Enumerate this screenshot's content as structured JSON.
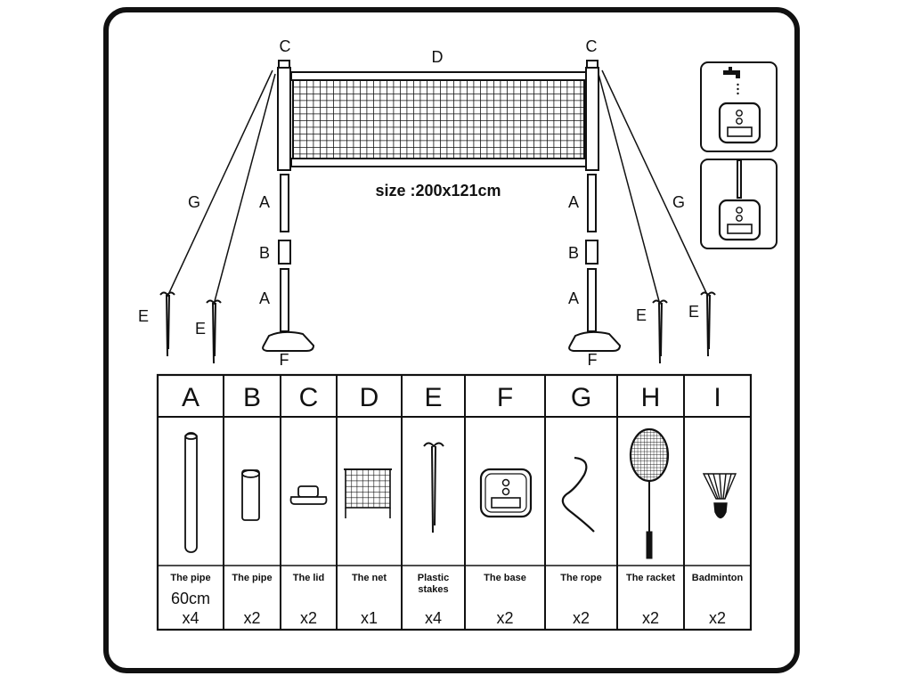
{
  "labels": {
    "C_left": "C",
    "C_right": "C",
    "D": "D",
    "G_left": "G",
    "G_right": "G",
    "A_l1": "A",
    "B_l": "B",
    "A_l2": "A",
    "A_r1": "A",
    "B_r": "B",
    "A_r2": "A",
    "E_l1": "E",
    "E_l2": "E",
    "E_r1": "E",
    "E_r2": "E",
    "F_left": "F",
    "F_right": "F"
  },
  "size_text": "size :200x121cm",
  "parts": [
    {
      "letter": "A",
      "name": [
        "The pipe"
      ],
      "extra": "60cm",
      "qty": "x4",
      "icon": "long-pipe-icon"
    },
    {
      "letter": "B",
      "name": [
        "The pipe"
      ],
      "extra": "",
      "qty": "x2",
      "icon": "short-pipe-icon"
    },
    {
      "letter": "C",
      "name": [
        "The lid"
      ],
      "extra": "",
      "qty": "x2",
      "icon": "lid-icon"
    },
    {
      "letter": "D",
      "name": [
        "The net"
      ],
      "extra": "",
      "qty": "x1",
      "icon": "net-icon"
    },
    {
      "letter": "E",
      "name": [
        "Plastic",
        "stakes"
      ],
      "extra": "",
      "qty": "x4",
      "icon": "stake-icon"
    },
    {
      "letter": "F",
      "name": [
        "The base"
      ],
      "extra": "",
      "qty": "x2",
      "icon": "base-icon"
    },
    {
      "letter": "G",
      "name": [
        "The rope"
      ],
      "extra": "",
      "qty": "x2",
      "icon": "rope-icon"
    },
    {
      "letter": "H",
      "name": [
        "The racket"
      ],
      "extra": "",
      "qty": "x2",
      "icon": "racket-icon"
    },
    {
      "letter": "I",
      "name": [
        "Badminton"
      ],
      "extra": "",
      "qty": "x2",
      "icon": "shuttlecock-icon"
    }
  ]
}
